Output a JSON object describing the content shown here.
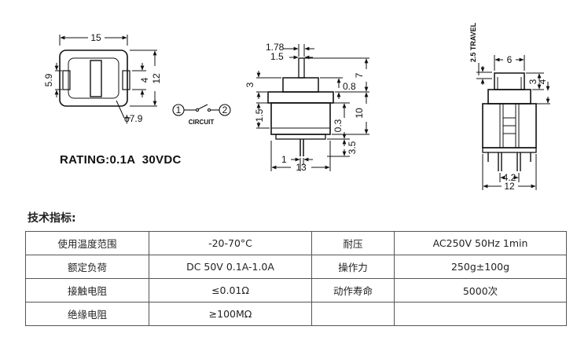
{
  "drawing": {
    "top_view": {
      "width": "15",
      "height_outer": "12",
      "height_inner": "4",
      "pin_size": "5.9",
      "hole": "ϕ7.9"
    },
    "circuit": {
      "pin1": "1",
      "pin2": "2",
      "label": "CIRCUIT"
    },
    "rating": "RATING:0.1A  30VDC",
    "side_view": {
      "d_1_78": "1.78",
      "d_1_5_top": "1.5",
      "d_3": "3",
      "d_0_8": "0.8",
      "d_7": "7",
      "d_1_5_left": "1.5",
      "d_0_3": "0.3",
      "d_10": "10",
      "d_3_5": "3.5",
      "d_1": "1",
      "d_13": "13"
    },
    "front_view": {
      "travel": "2.5 TRAVEL",
      "d_6": "6",
      "d_3": "3",
      "d_4": "4",
      "d_4_2": "4.2",
      "d_12": "12"
    }
  },
  "specs": {
    "title": "技术指标:",
    "rows": [
      [
        "使用温度范围",
        "-20-70°C",
        "耐压",
        "AC250V 50Hz 1min"
      ],
      [
        "额定负荷",
        "DC 50V 0.1A-1.0A",
        "操作力",
        "250g±100g"
      ],
      [
        "接触电阻",
        "≤0.01Ω",
        "动作寿命",
        "5000次"
      ],
      [
        "绝缘电阻",
        "≥100MΩ",
        "",
        ""
      ]
    ]
  }
}
